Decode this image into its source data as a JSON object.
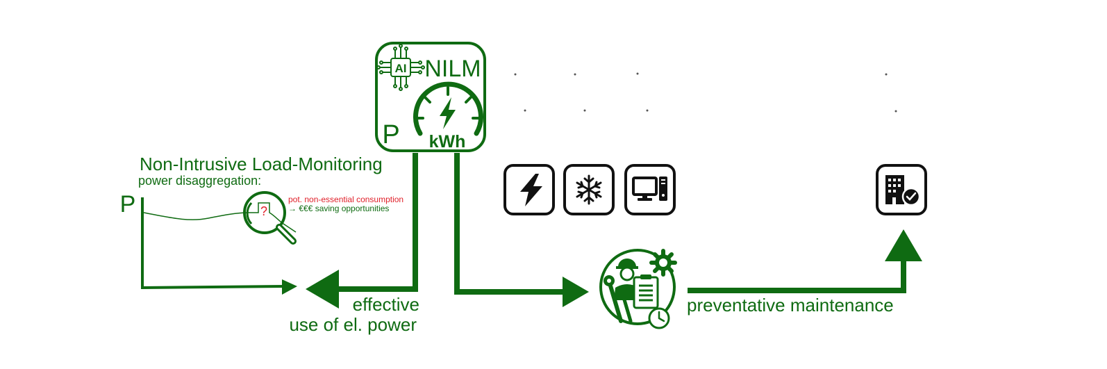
{
  "colors": {
    "green": "#0f6b12",
    "red": "#e0202a",
    "black": "#111111",
    "white": "#ffffff"
  },
  "nilm_box": {
    "ai_label": "AI",
    "nilm_label": "NILM",
    "p_label": "P",
    "kwh_label": "kWh",
    "icons": [
      "ai-chip-icon",
      "gauge-icon",
      "lightning-bolt-icon"
    ]
  },
  "left_panel": {
    "title": "Non-Intrusive Load-Monitoring",
    "subtitle": "power disaggregation:",
    "axis_label": "P",
    "question_mark": "?",
    "note_red": "pot. non-essential consumption",
    "note_green": "→ €€€ saving opportunities",
    "icons": [
      "magnifier-icon"
    ]
  },
  "outcomes": {
    "effective_line1": "effective",
    "effective_line2": "use of el. power",
    "maintenance": "preventative maintenance"
  },
  "device_icons": [
    "lightning-bolt-icon",
    "snowflake-icon",
    "computer-icon",
    "building-check-icon",
    "technician-icon"
  ]
}
